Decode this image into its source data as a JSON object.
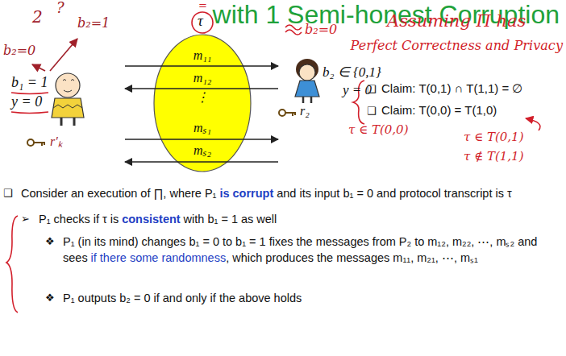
{
  "diagram": {
    "title": "with 1 Semi-honest Corruption",
    "nodes": [
      {
        "text": [
          "m₁₁",
          "m₁₂",
          "⋮",
          "mₛ₁",
          "mₛ₂"
        ]
      }
    ],
    "labels": [
      "?",
      "2",
      "b₂=0",
      "b₂=1",
      "=",
      "τ",
      "b₂=0",
      "b₁ = 1",
      "y = 0",
      "r′ₖ",
      "b₂ ∈ {0,1}",
      "y = 0",
      "r₂",
      "Assuming Π has",
      "Perfect Correctness and Privacy",
      "❑",
      "Claim: T(0,1) ∩ T(1,1) = ∅",
      "❑",
      "Claim: T(0,0) = T(1,0)",
      "τ ∈ T(0,0)",
      "τ ∈ T(0,1)",
      "τ ∉ T(1,1)",
      "❑",
      "Consider an execution of ∏, where P₁",
      "is corrupt",
      "and its input b₁ = 0 and protocol transcript is τ",
      "➢",
      "P₁ checks if τ is",
      "consistent",
      "with b₁ = 1 as well",
      "❖",
      "P₁ (in its mind) changes b₁ = 0 to b₁ = 1 fixes the messages from P₂ to m₁₂, m₂₂, ⋯, mₛ₂ and sees",
      "if there some randomness",
      ", which produces the messages m₁₁, m₂₁, ⋯, mₛ₁",
      "❖",
      "P₁ outputs b₂ = 0 if and only if the above holds"
    ]
  }
}
